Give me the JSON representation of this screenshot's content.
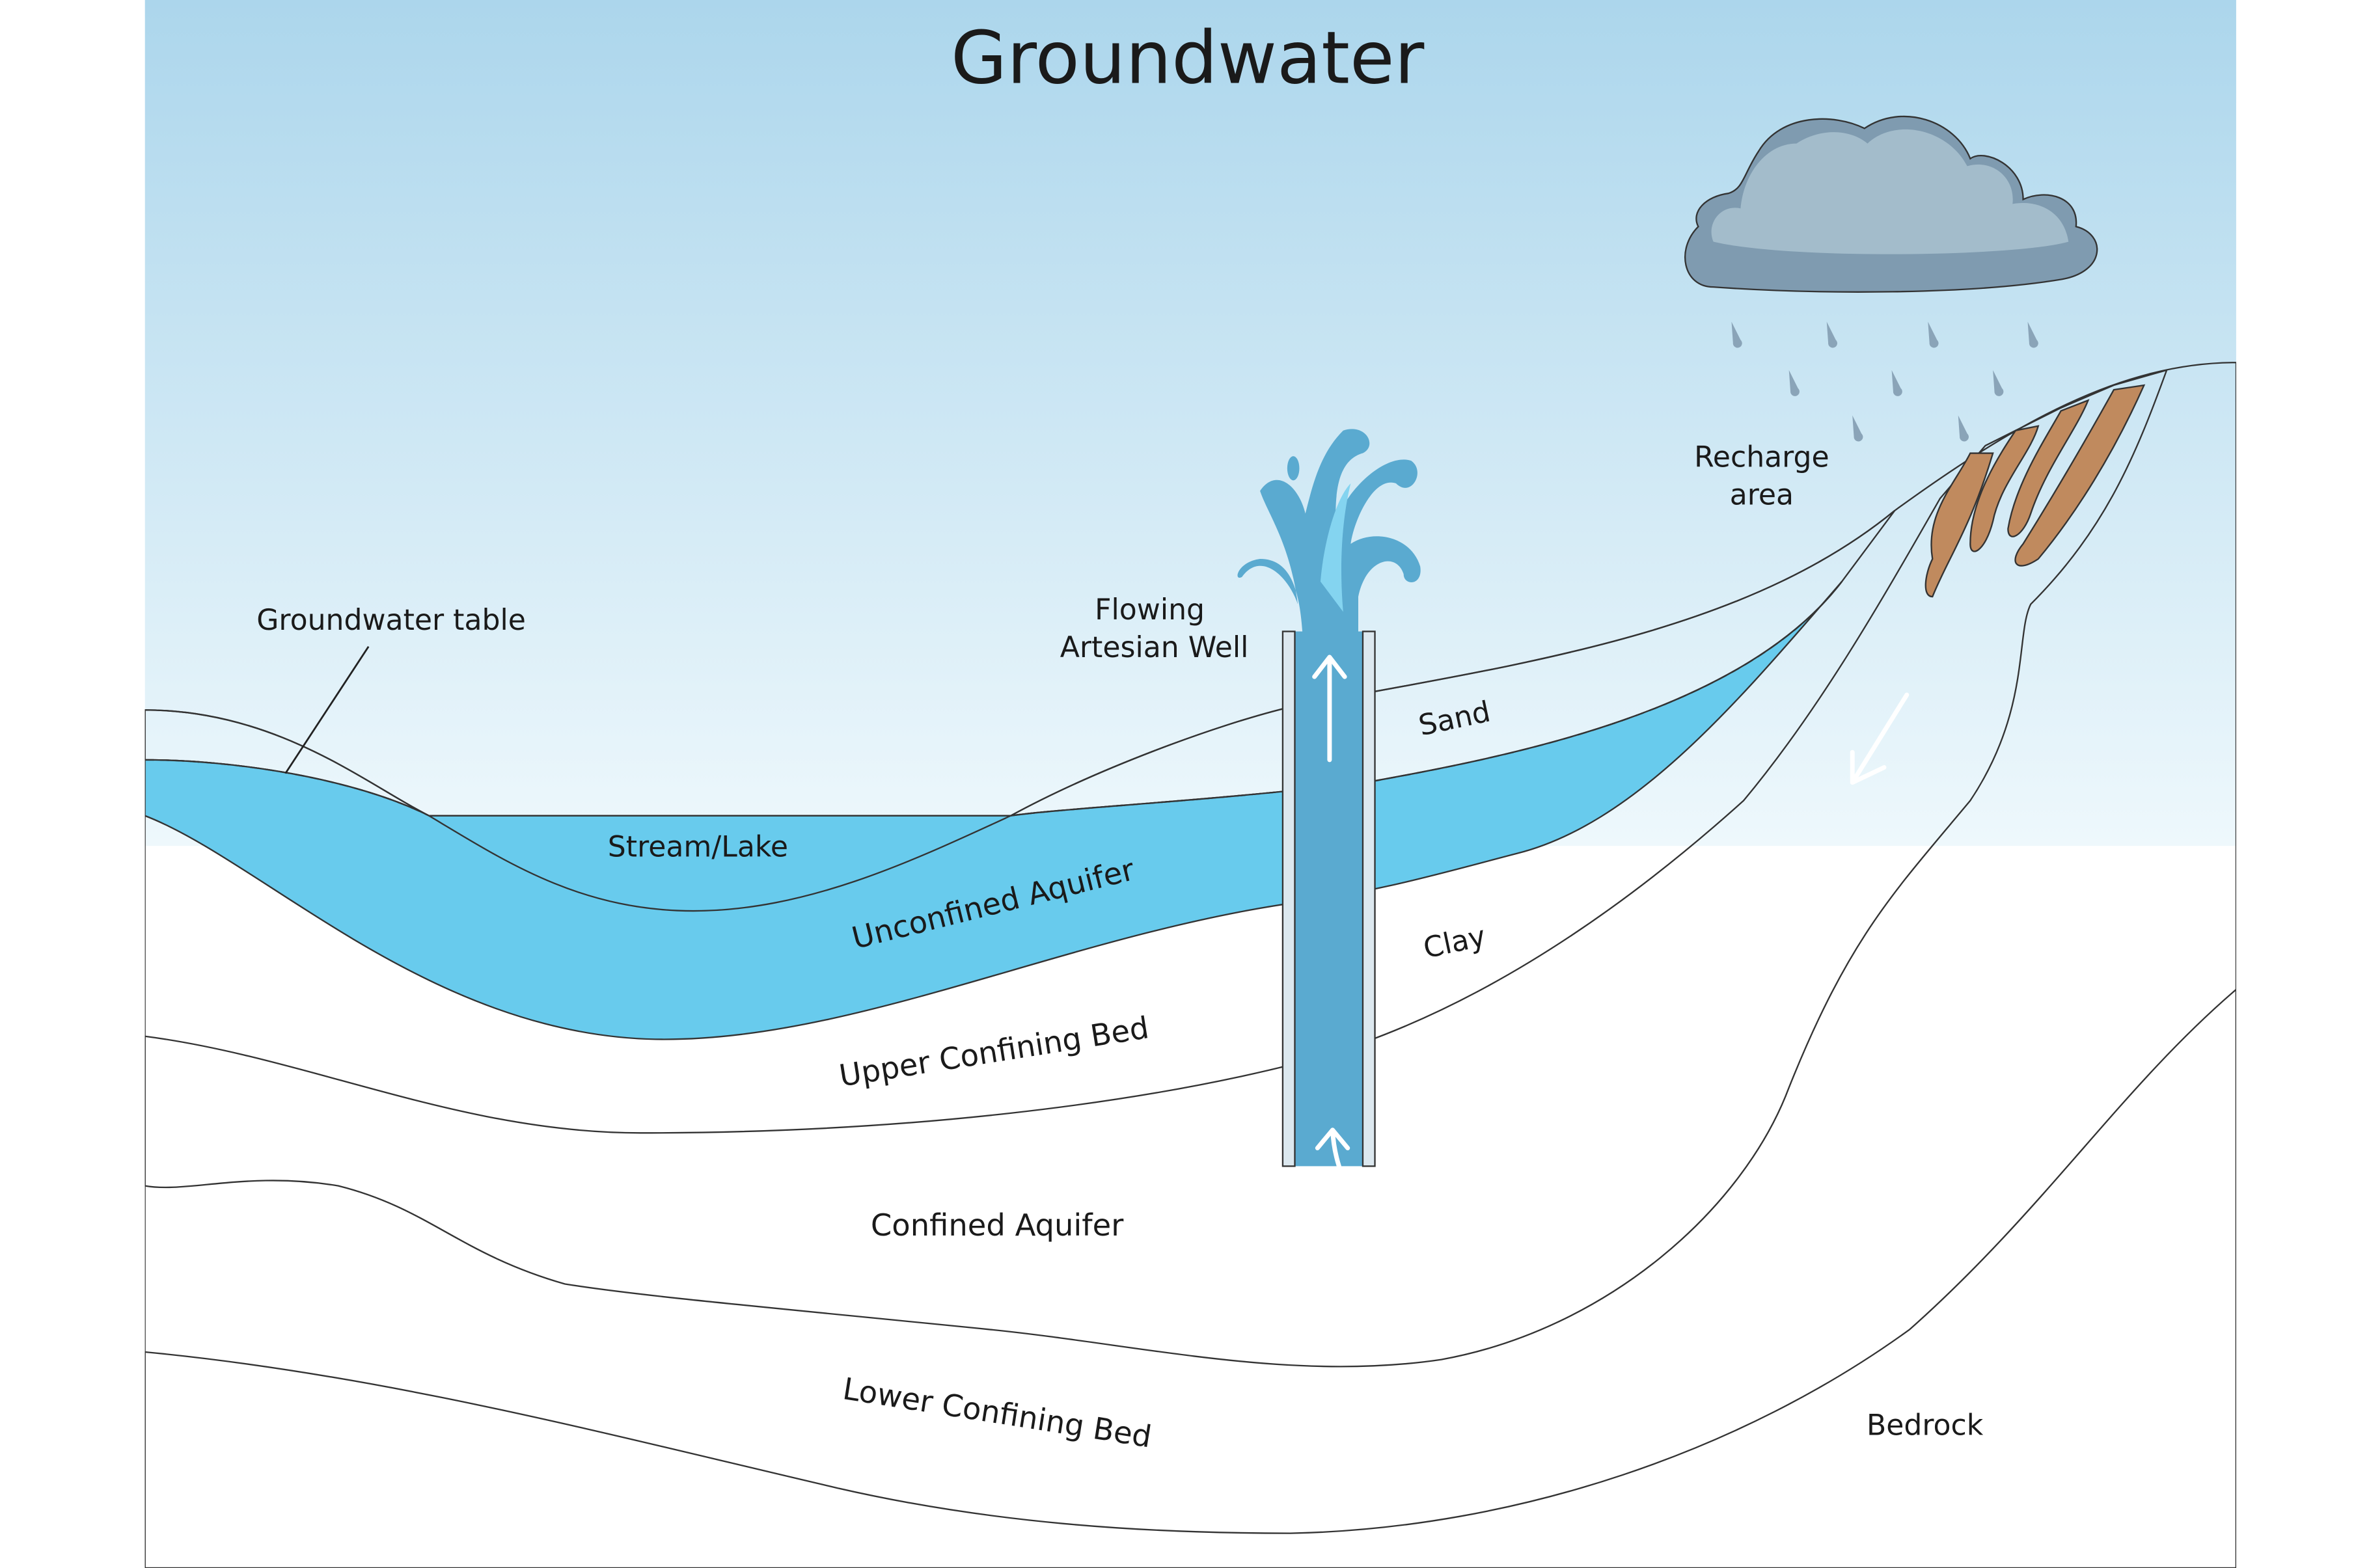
{
  "title": "Groundwater",
  "labels": {
    "groundwater_table": "Groundwater table",
    "stream_lake": "Stream/Lake",
    "flowing_artesian_well_line1": "Flowing",
    "flowing_artesian_well_line2": "Artesian Well",
    "recharge_area_line1": "Recharge",
    "recharge_area_line2": "area",
    "sand": "Sand",
    "clay": "Clay",
    "unconfined_aquifer": "Unconfined Aquifer",
    "upper_confining_bed": "Upper Confining Bed",
    "confined_aquifer": "Confined Aquifer",
    "lower_confining_bed": "Lower Confining Bed",
    "bedrock": "Bedrock"
  },
  "colors": {
    "sky_top": "#acd6ec",
    "sky_bottom": "#eaf6fc",
    "sand": "#f2c87c",
    "unconfined_aquifer": "#68cbed",
    "confined_aquifer": "#5aaad0",
    "clay": "#c08a5e",
    "bedrock": "#9a6248",
    "lake": "#a5e8fb",
    "cloud": "#a3bccb",
    "cloud_shadow": "#7f9bb0"
  }
}
